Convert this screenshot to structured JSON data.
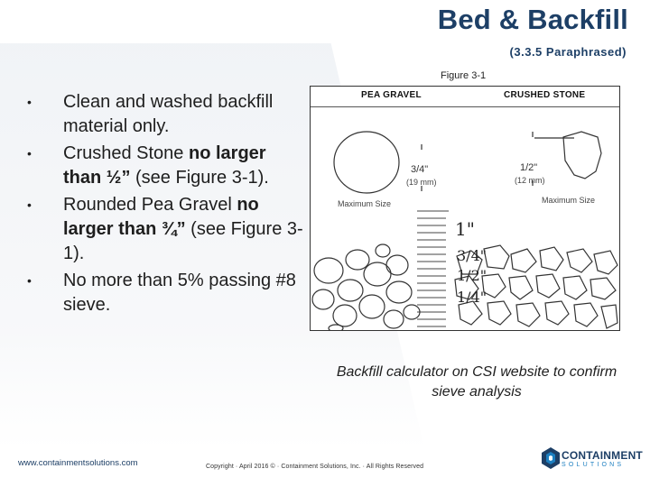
{
  "header": {
    "title": "Bed & Backfill",
    "subtitle": "(3.3.5 Paraphrased)"
  },
  "bullets": [
    {
      "parts": [
        {
          "text": "Clean and washed backfill material only.",
          "bold": false
        }
      ]
    },
    {
      "parts": [
        {
          "text": "Crushed Stone ",
          "bold": false
        },
        {
          "text": "no larger than ½”",
          "bold": true
        },
        {
          "text": " (see Figure 3-1).",
          "bold": false
        }
      ]
    },
    {
      "parts": [
        {
          "text": "Rounded Pea Gravel ",
          "bold": false
        },
        {
          "text": "no larger than ¾”",
          "bold": true
        },
        {
          "text": " (see Figure 3-1).",
          "bold": false
        }
      ]
    },
    {
      "parts": [
        {
          "text": "No more than 5% passing #8 sieve.",
          "bold": false
        }
      ]
    }
  ],
  "figure": {
    "caption": "Figure 3-1",
    "pea_gravel_label": "PEA GRAVEL",
    "crushed_stone_label": "CRUSHED STONE",
    "pea_size": "3/4\"",
    "pea_size_mm": "(19 mm)",
    "pea_max_label": "Maximum Size",
    "stone_size": "1/2\"",
    "stone_size_mm": "(12 mm)",
    "stone_max_label": "Maximum Size",
    "scale": [
      "1\"",
      "3/4\"",
      "1/2\"",
      "1/4\""
    ]
  },
  "note": "Backfill calculator on CSI website to confirm sieve analysis",
  "footer": {
    "url": "www.containmentsolutions.com",
    "copyright": "Copyright · April 2016 © · Containment Solutions, Inc. · All Rights Reserved"
  },
  "logo": {
    "word1": "CONTAINMENT",
    "word2": "SOLUTIONS"
  },
  "colors": {
    "brand_navy": "#1d3f66",
    "brand_blue": "#1d7fc0"
  }
}
